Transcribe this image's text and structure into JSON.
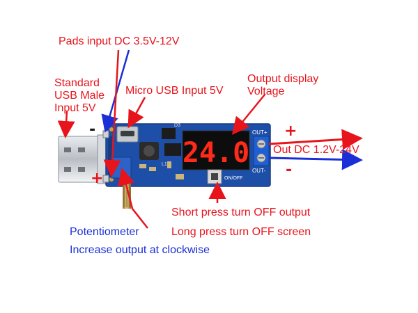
{
  "labels": {
    "pads_input": "Pads input DC 3.5V-12V",
    "standard_usb_1": "Standard",
    "standard_usb_2": "USB Male",
    "standard_usb_3": "Input 5V",
    "micro_usb": "Micro USB Input 5V",
    "output_display_1": "Output display",
    "output_display_2": "Voltage",
    "out_dc": "Out DC 1.2V-24V",
    "short_press": "Short press turn OFF output",
    "long_press": "Long press turn OFF screen",
    "potentiometer": "Potentiometer",
    "increase_output": "Increase output at clockwise"
  },
  "signs": {
    "input_minus": "-",
    "input_plus": "+",
    "output_plus": "+",
    "output_minus": "-"
  },
  "board": {
    "display_value": "24.0",
    "out_plus_silk": "OUT+",
    "out_minus_silk": "OUT-",
    "switch_silk": "ON/OFF",
    "chip_silk": "D3",
    "coil_silk": "L1"
  },
  "colors": {
    "red_label": "#e8141c",
    "blue_label": "#1a2fd6",
    "pcb": "#1e4fa8",
    "display_digits": "#ff2a1a"
  }
}
